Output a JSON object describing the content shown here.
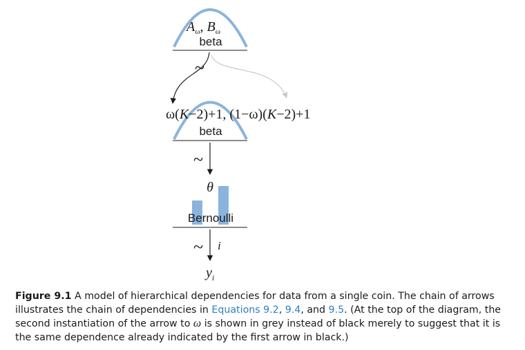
{
  "diagram": {
    "top_params": {
      "a": "A",
      "b": "B",
      "sub": "ω",
      "sep": ","
    },
    "top_dist": "beta",
    "tilde": "~",
    "mid_expr": {
      "p1": "ω",
      "p2": "(",
      "K": "K",
      "p3": "−2)+1, (1−ω)(",
      "K2": "K",
      "p4": "−2)+1"
    },
    "mid_dist": "beta",
    "theta": "θ",
    "bottom_dist": "Bernoulli",
    "index": "i",
    "y": "y",
    "y_sub": "i",
    "colors": {
      "curve": "#8ab4dc",
      "bar": "#8ab4dc",
      "grey_arrow": "#c8c8c8",
      "ink": "#1a1a1a"
    }
  },
  "caption": {
    "label": "Figure 9.1",
    "text1": "  A model of hierarchical dependencies for data from a single coin. The chain of arrows illustrates the chain of dependencies in ",
    "link1": "Equations 9.2",
    "sep1": ", ",
    "link2": "9.4",
    "sep2": ", and ",
    "link3": "9.5",
    "text2": ". (At the top of the diagram, the second instantiation of the arrow to ",
    "omega": "ω",
    "text3": " is shown in grey instead of black merely to suggest that it is the same dependence already indicated by the first arrow in black.)"
  }
}
